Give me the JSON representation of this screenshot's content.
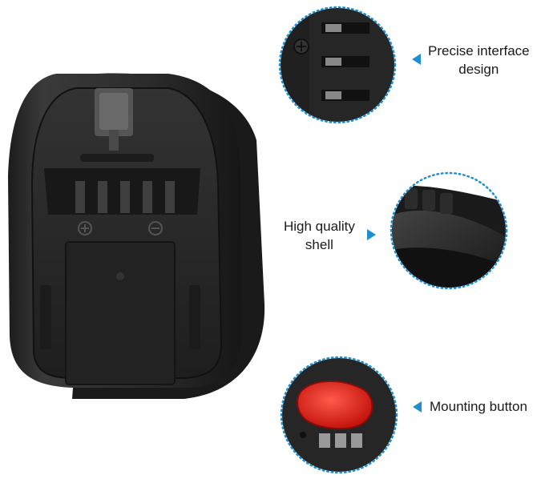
{
  "colors": {
    "accent": "#1e8fd0",
    "button_red": "#e8261c",
    "housing": "#2a2a2a",
    "background": "#ffffff"
  },
  "callouts": {
    "interface": {
      "line1": "Precise interface",
      "line2": "design"
    },
    "shell": {
      "line1": "High quality",
      "line2": "shell"
    },
    "button": {
      "line1": "Mounting button"
    }
  },
  "icons": {
    "arrow": "triangle-pointer-icon"
  }
}
